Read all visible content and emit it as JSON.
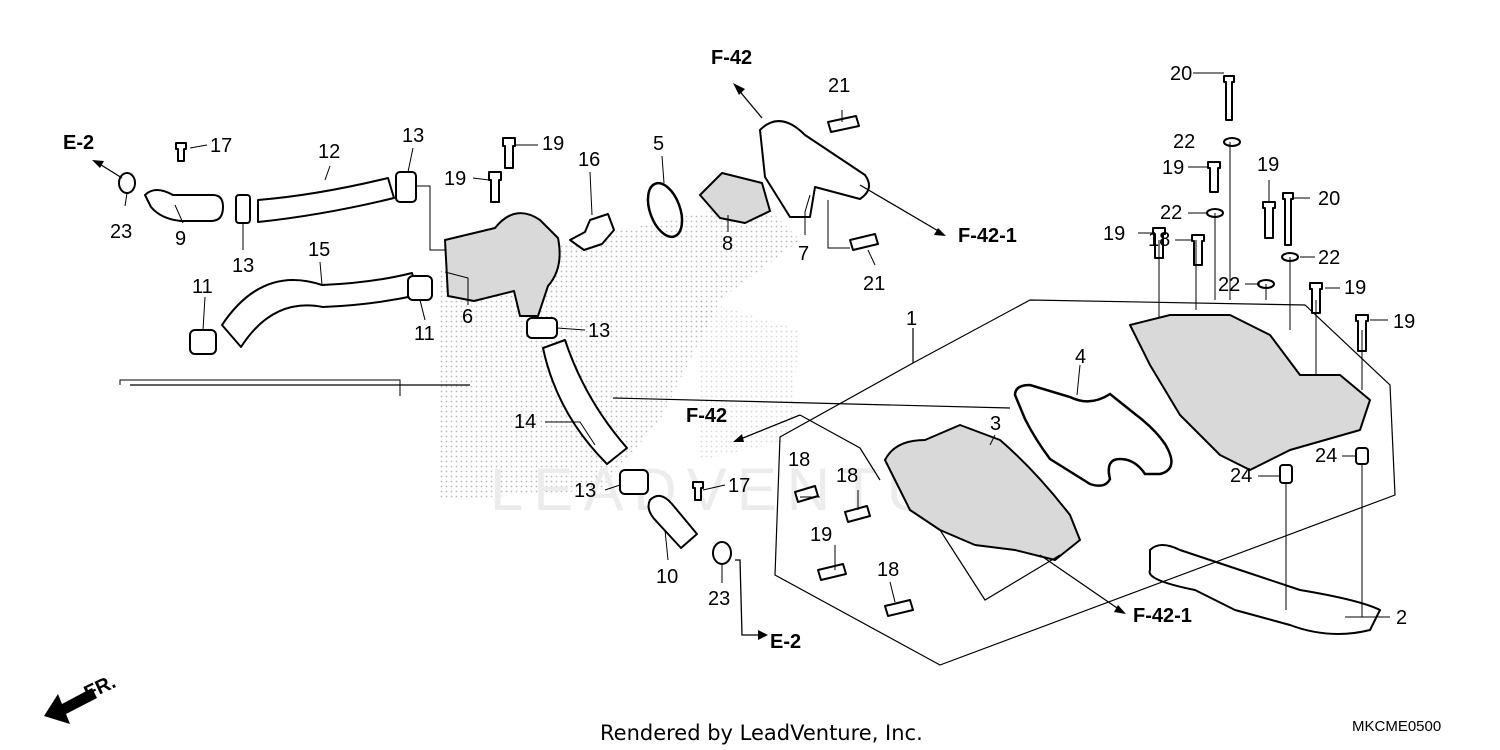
{
  "callouts": [
    "1",
    "2",
    "3",
    "4",
    "5",
    "6",
    "7",
    "8",
    "9",
    "10",
    "11",
    "11",
    "12",
    "13",
    "13",
    "13",
    "13",
    "14",
    "15",
    "16",
    "17",
    "17",
    "18",
    "18",
    "18",
    "18",
    "19",
    "19",
    "19",
    "19",
    "19",
    "19",
    "19",
    "20",
    "20",
    "21",
    "21",
    "22",
    "22",
    "22",
    "22",
    "23",
    "23",
    "24",
    "24"
  ],
  "references": {
    "f42_top": "F-42",
    "f42_mid": "F-42",
    "f421_top": "F-42-1",
    "f421_bot": "F-42-1",
    "e2_left": "E-2",
    "e2_bot": "E-2"
  },
  "direction_label": "FR.",
  "footer": {
    "rendered_by": "Rendered by LeadVenture, Inc.",
    "diagram_code": "MKCME0500"
  },
  "watermark": "LEADVENTURE",
  "colors": {
    "line": "#000000",
    "stipple": "#9a9a9a",
    "watermark": "#ececec"
  }
}
